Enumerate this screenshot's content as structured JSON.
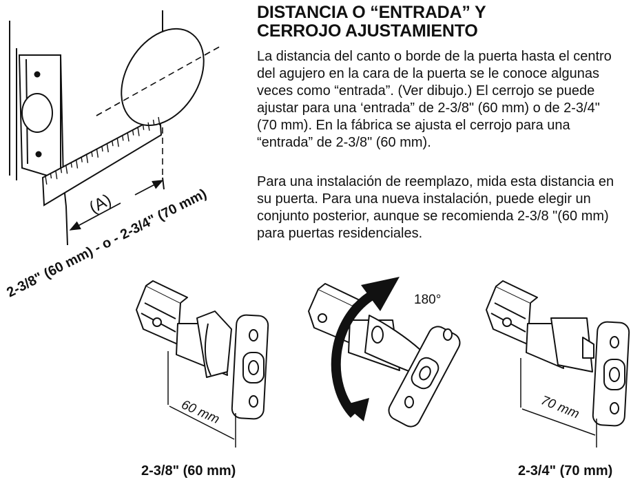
{
  "heading": {
    "line1": "DISTANCIA O “ENTRADA” Y",
    "line2": "CERROJO AJUSTAMIENTO"
  },
  "paragraph1": {
    "line1": "La distancia del canto o borde de la puerta hasta el centro",
    "line2": "del agujero en la cara de la puerta se le conoce algunas",
    "line3": "veces como “entrada”. (Ver dibujo.) El cerrojo se puede",
    "line4": "ajustar para una ‘entrada” de 2-3/8\" (60 mm) o de 2-3/4\"",
    "line5": "(70 mm). En la fábrica se ajusta el cerrojo para una",
    "line6": "“entrada” de 2-3/8\" (60 mm)."
  },
  "paragraph2": {
    "line1": "Para una instalación de reemplazo, mida esta distancia en",
    "line2": "su puerta. Para una nueva instalación, puede elegir un",
    "line3": "conjunto posterior, aunque se recomienda 2-3/8 \"(60 mm)",
    "line4": "para puertas residenciales."
  },
  "door_diagram": {
    "measure_label": "(A)",
    "dimension_label": "2-3/8\" (60 mm) - o - 2-3/4\" (70 mm)"
  },
  "latch_diagrams": {
    "left_dimension": "60 mm",
    "rotation_label": "180°",
    "right_dimension": "70 mm"
  },
  "captions": {
    "left": "2-3/8\" (60 mm)",
    "right": "2-3/4\" (70 mm)"
  },
  "colors": {
    "ink": "#111111",
    "paper": "#ffffff"
  }
}
